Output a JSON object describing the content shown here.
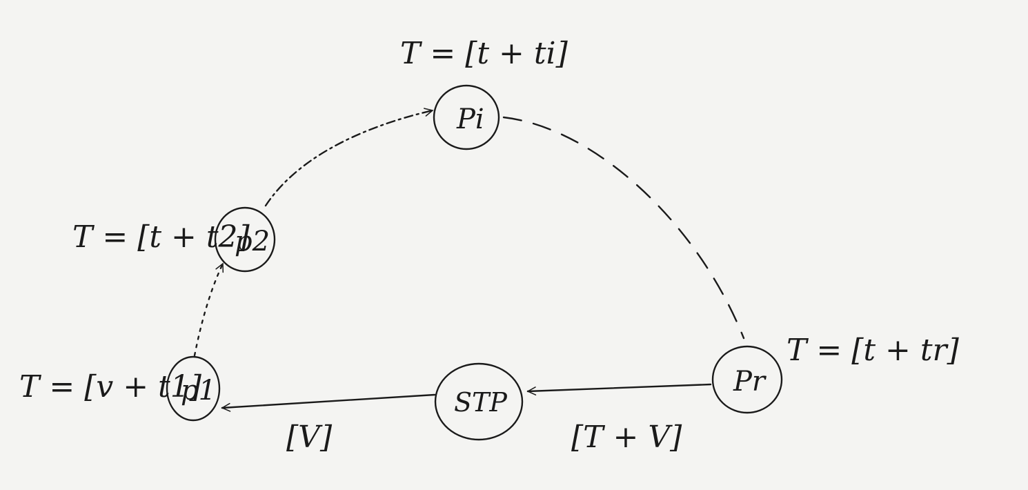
{
  "nodes": {
    "p1": "p1",
    "p2": "p2",
    "pi": "Pi",
    "pr": "Pr",
    "stp": "STP"
  },
  "annotations": {
    "p1": "T = [v + t1]",
    "p2": "T = [t + t2]",
    "pi": "T = [t + ti]",
    "pr": "T = [t + tr]"
  },
  "edges": {
    "stp_to_p1": "[V]",
    "pr_to_stp": "[T + V]"
  }
}
